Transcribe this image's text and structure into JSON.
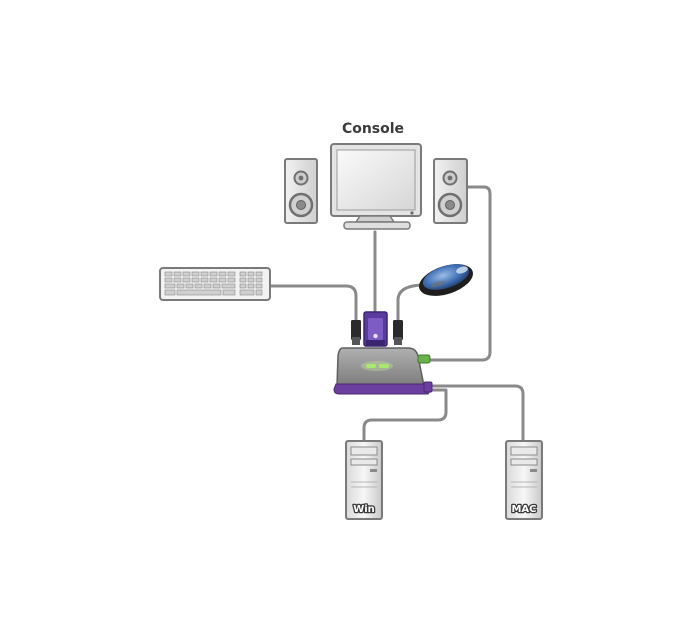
{
  "diagram": {
    "console_label": "Console",
    "computer_left_label": "Win",
    "computer_right_label": "MAC",
    "nodes": [
      {
        "id": "monitor",
        "icon": "monitor-icon"
      },
      {
        "id": "speaker-left",
        "icon": "speaker-icon"
      },
      {
        "id": "speaker-right",
        "icon": "speaker-icon"
      },
      {
        "id": "keyboard",
        "icon": "keyboard-icon"
      },
      {
        "id": "mouse",
        "icon": "mouse-icon"
      },
      {
        "id": "kvm-switch",
        "icon": "kvm-switch-icon"
      },
      {
        "id": "computer-win",
        "icon": "tower-pc-icon"
      },
      {
        "id": "computer-mac",
        "icon": "tower-pc-icon"
      }
    ],
    "colors": {
      "cable": "#8a8a8a",
      "switch_body": "#8f8f8f",
      "switch_base": "#6b3fa0",
      "vga_connector": "#5b3a9e",
      "audio_plug": "#6ab04c",
      "led": "#9be35a",
      "mouse_accent": "#3f6fb5",
      "device_fill": "#eeeeee",
      "device_stroke": "#777777"
    }
  }
}
